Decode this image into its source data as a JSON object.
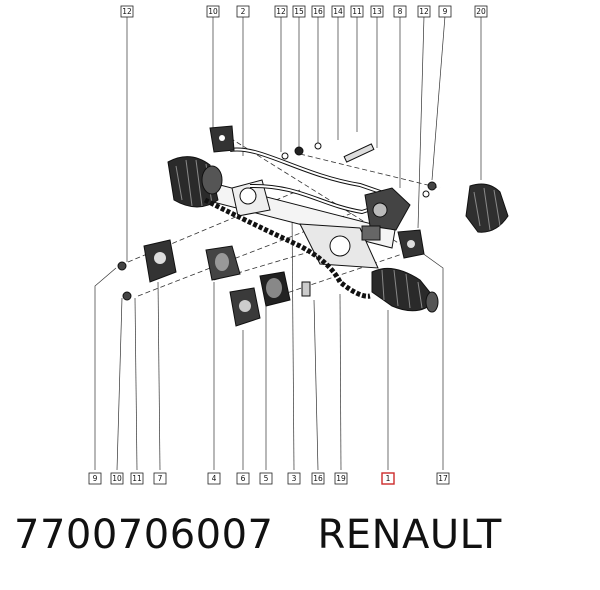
{
  "top_labels": [
    "12",
    "10",
    "2",
    "12",
    "15",
    "16",
    "14",
    "11",
    "13",
    "8",
    "12",
    "9",
    "20"
  ],
  "bottom_labels": [
    "9",
    "10",
    "11",
    "7",
    "4",
    "6",
    "5",
    "3",
    "16",
    "19",
    "1",
    "17"
  ],
  "highlight_label": "1",
  "caption": {
    "part_number": "7700706007",
    "brand": "RENAULT"
  },
  "colors": {
    "highlight": "#cc2b2b",
    "line": "#111111"
  }
}
